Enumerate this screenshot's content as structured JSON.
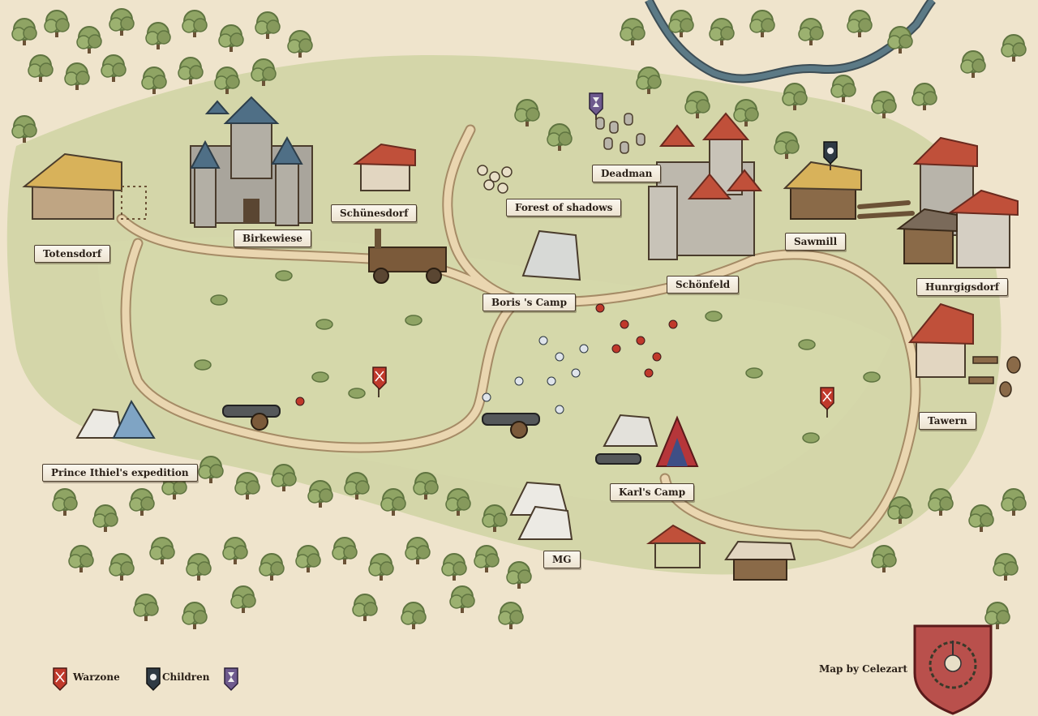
{
  "colors": {
    "parchment": "#efe4cc",
    "meadow": "#cfd3a2",
    "road": "#ead6b0",
    "road_edge": "#a58b66",
    "tree": "#8fa464",
    "tree_dark": "#5f7440",
    "roof_red": "#c0503a",
    "roof_blue": "#4f6f86",
    "stone": "#a9a59c",
    "river": "#5c7a86",
    "banner_red": "#c0392b",
    "banner_dark": "#2f3a44",
    "banner_purple": "#6e5a8e"
  },
  "places": [
    {
      "name": "Totensdorf",
      "kind": "village"
    },
    {
      "name": "Birkewiese",
      "kind": "castle"
    },
    {
      "name": "Schünesdorf",
      "kind": "village"
    },
    {
      "name": "Forest of shadows",
      "kind": "forest"
    },
    {
      "name": "Deadman",
      "kind": "graveyard"
    },
    {
      "name": "Boris 's Camp",
      "kind": "camp"
    },
    {
      "name": "Schönfeld",
      "kind": "castle"
    },
    {
      "name": "Sawmill",
      "kind": "village"
    },
    {
      "name": "Hunrgigsdorf",
      "kind": "village"
    },
    {
      "name": "Tawern",
      "kind": "tavern"
    },
    {
      "name": "Prince Ithiel's expedition",
      "kind": "camp"
    },
    {
      "name": "Karl's Camp",
      "kind": "camp"
    },
    {
      "name": "MG",
      "kind": "camp"
    }
  ],
  "legend": [
    {
      "label": "Warzone",
      "icon": "crossed-swords-banner-icon",
      "color": "#c0392b"
    },
    {
      "label": "Children",
      "icon": "skull-banner-icon",
      "color": "#2f3a44"
    },
    {
      "label": "",
      "icon": "hourglass-banner-icon",
      "color": "#6e5a8e"
    }
  ],
  "credit": "Map by Celezart",
  "crest": {
    "icon": "skull-laurel-crest-icon",
    "color": "#b9504c"
  }
}
